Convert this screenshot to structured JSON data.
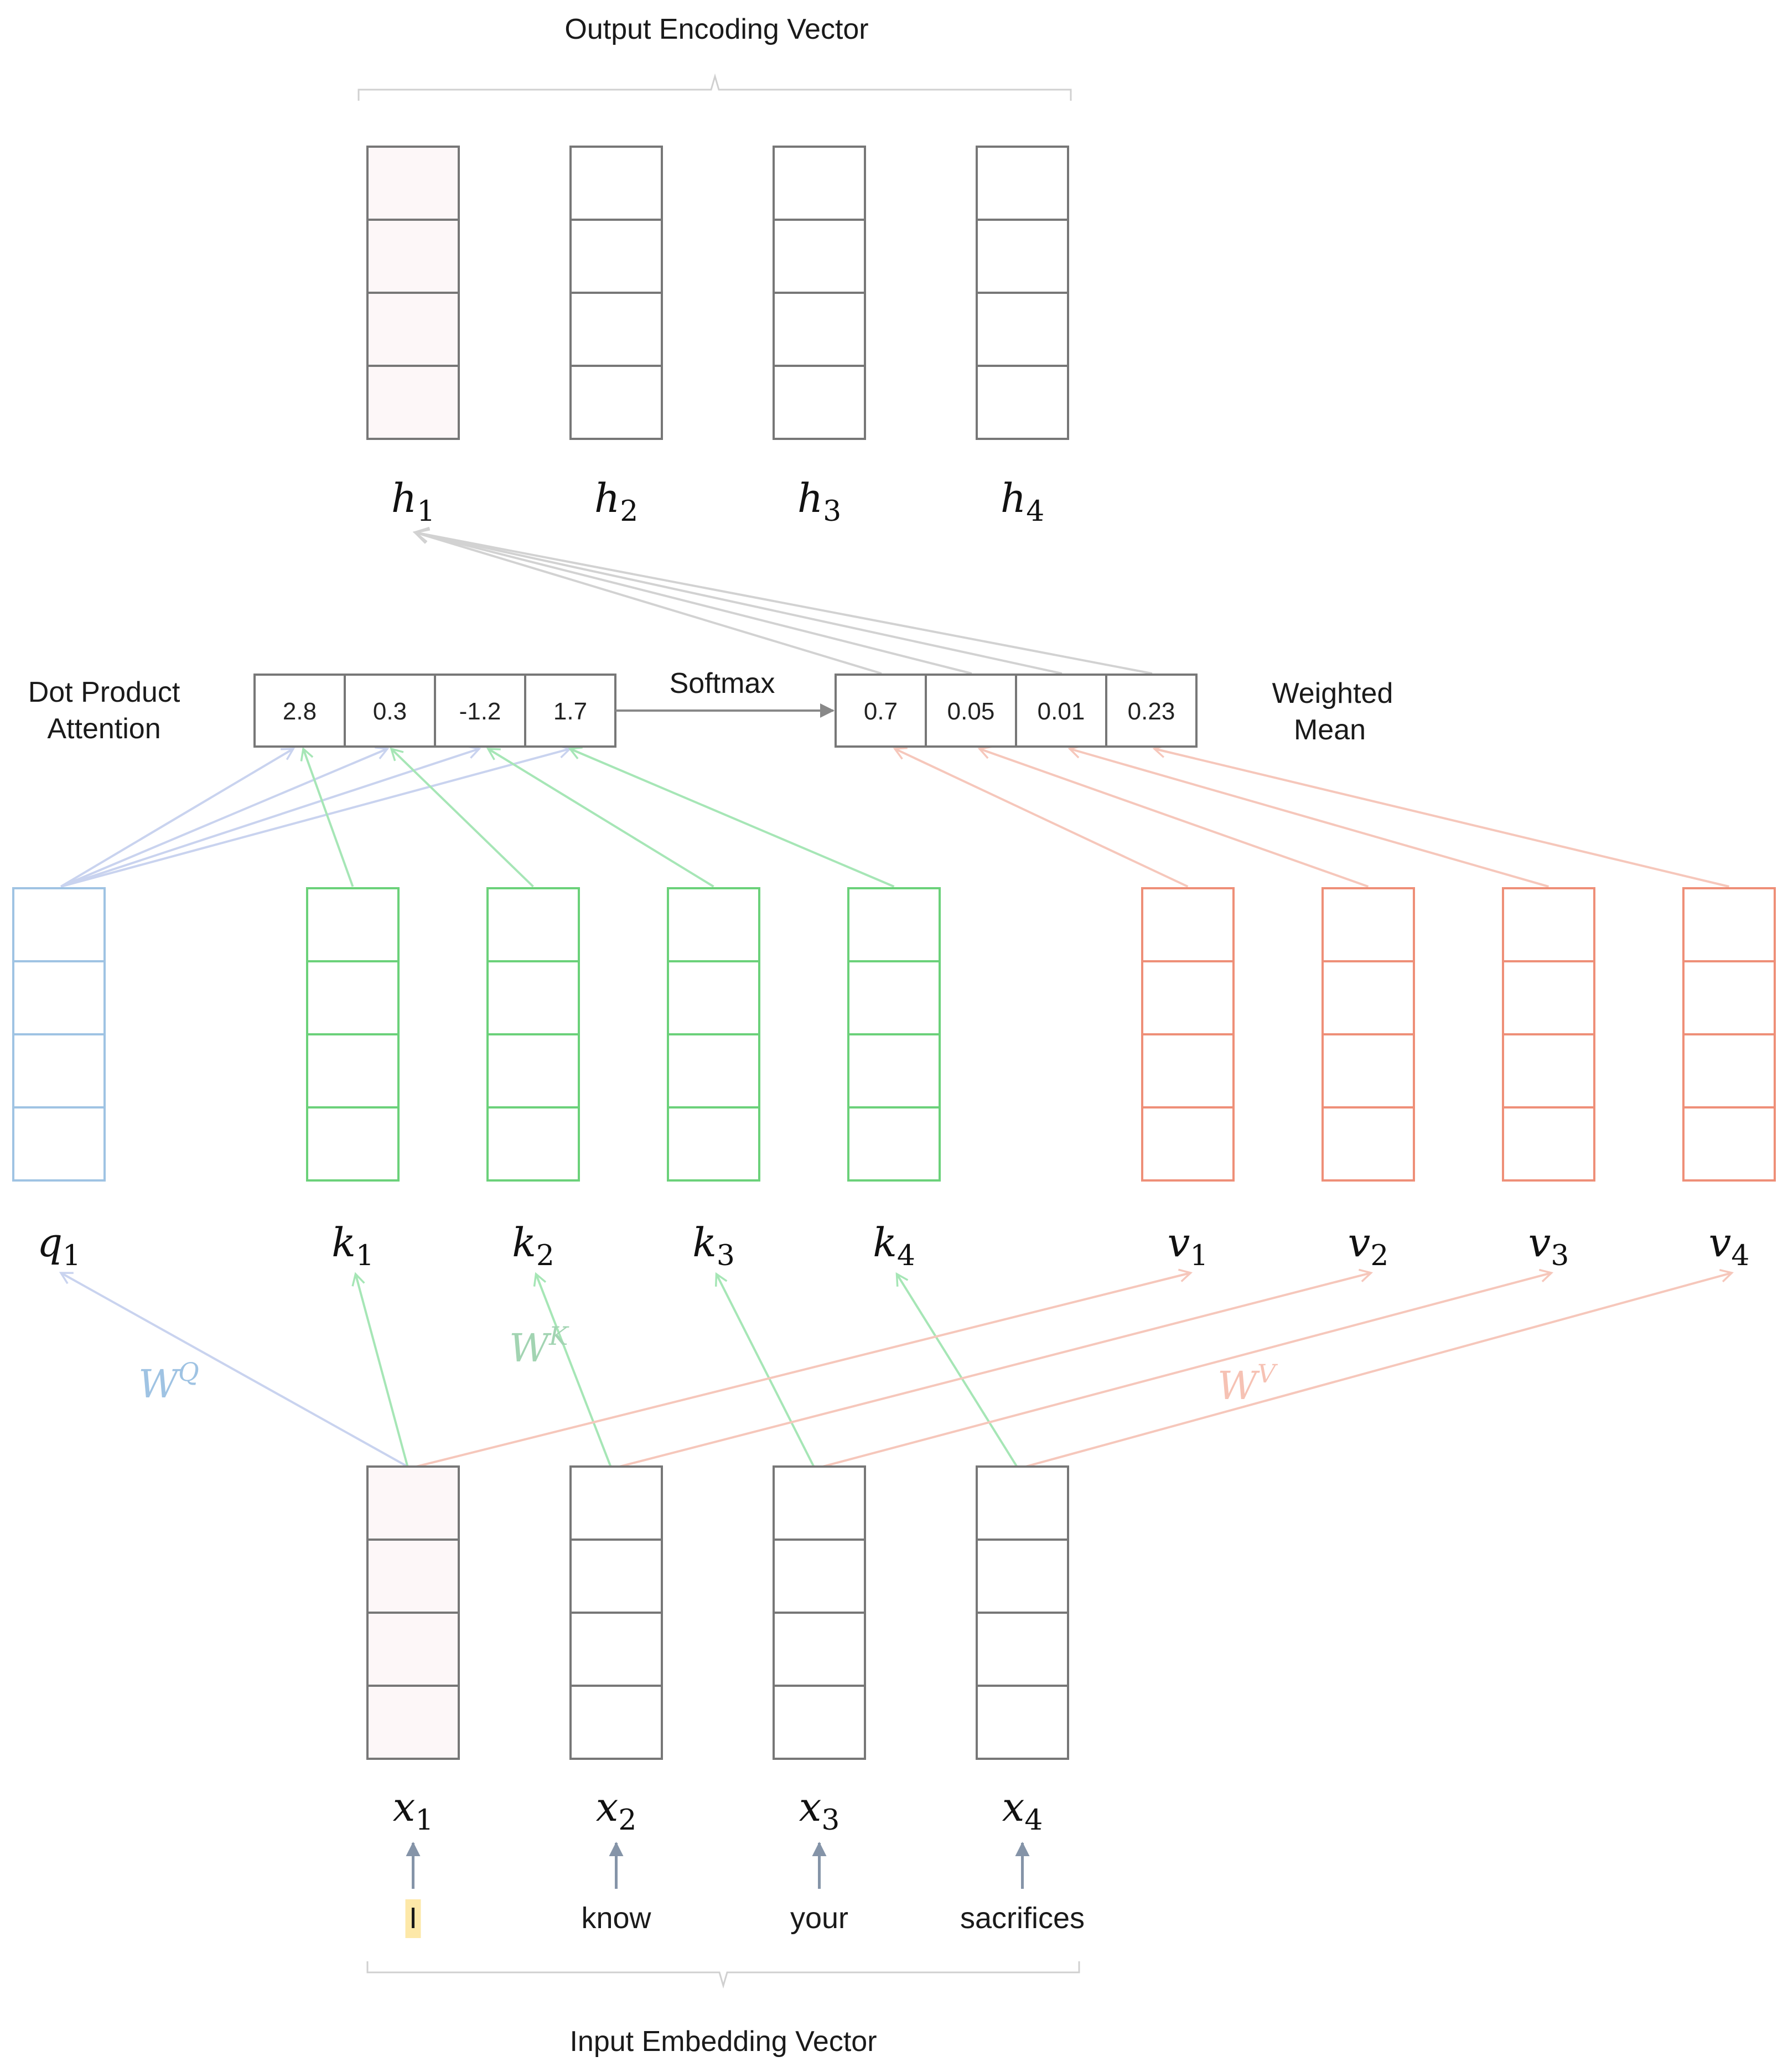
{
  "titles": {
    "output": "Output Encoding Vector",
    "input": "Input Embedding Vector",
    "dot_product": [
      "Dot Product",
      "Attention"
    ],
    "softmax": "Softmax",
    "weighted_mean": [
      "Weighted",
      "Mean"
    ]
  },
  "output_vectors": [
    {
      "base": "h",
      "sub": "1",
      "highlight": true
    },
    {
      "base": "h",
      "sub": "2",
      "highlight": false
    },
    {
      "base": "h",
      "sub": "3",
      "highlight": false
    },
    {
      "base": "h",
      "sub": "4",
      "highlight": false
    }
  ],
  "input_vectors": [
    {
      "base": "x",
      "sub": "1",
      "word": "I",
      "highlight": true
    },
    {
      "base": "x",
      "sub": "2",
      "word": "know",
      "highlight": false
    },
    {
      "base": "x",
      "sub": "3",
      "word": "your",
      "highlight": false
    },
    {
      "base": "x",
      "sub": "4",
      "word": "sacrifices",
      "highlight": false
    }
  ],
  "query": {
    "base": "q",
    "sub": "1"
  },
  "keys": [
    {
      "base": "k",
      "sub": "1"
    },
    {
      "base": "k",
      "sub": "2"
    },
    {
      "base": "k",
      "sub": "3"
    },
    {
      "base": "k",
      "sub": "4"
    }
  ],
  "values": [
    {
      "base": "v",
      "sub": "1"
    },
    {
      "base": "v",
      "sub": "2"
    },
    {
      "base": "v",
      "sub": "3"
    },
    {
      "base": "v",
      "sub": "4"
    }
  ],
  "weights": {
    "query": {
      "base": "W",
      "sup": "Q"
    },
    "key": {
      "base": "W",
      "sup": "K"
    },
    "value": {
      "base": "W",
      "sup": "V"
    }
  },
  "attention_scores": [
    "2.8",
    "0.3",
    "-1.2",
    "1.7"
  ],
  "softmax_weights": [
    "0.7",
    "0.05",
    "0.01",
    "0.23"
  ],
  "colors": {
    "neutral": "#777777",
    "highlight_fill": "#fdf7f8",
    "query": "#9fc3e3",
    "query_arrow": "#c9d3ef",
    "key": "#6bd17a",
    "key_arrow": "#a6e6b6",
    "value": "#ee8f78",
    "value_arrow": "#f6c7bb",
    "output_arrow": "#d2d2d2",
    "input_arrow": "#8594a8",
    "word_highlight": "#fde8a8"
  }
}
